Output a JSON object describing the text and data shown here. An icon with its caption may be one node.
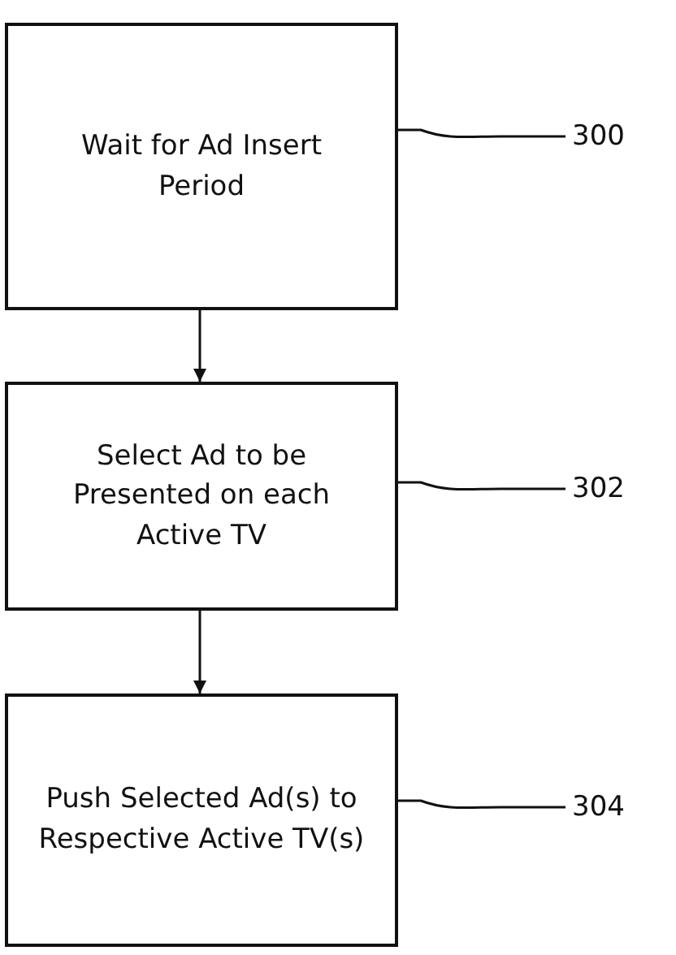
{
  "diagram": {
    "nodes": [
      {
        "text": [
          "Wait for Ad Insert Period"
        ]
      },
      {
        "text": [
          "300"
        ]
      },
      {
        "text": [
          "Select Ad to be Presented on each Active TV"
        ]
      },
      {
        "text": [
          "302"
        ]
      },
      {
        "text": [
          "Push Selected Ad(s) to Respective Active TV(s)"
        ]
      },
      {
        "text": [
          "304"
        ]
      }
    ],
    "edges": [
      {
        "from": 0,
        "to": 2,
        "arrow": "to"
      },
      {
        "from": 2,
        "to": 4,
        "arrow": "to"
      },
      {
        "from": 1,
        "to": 0,
        "arrow": "none"
      },
      {
        "from": 3,
        "to": 2,
        "arrow": "none"
      },
      {
        "from": 5,
        "to": 4,
        "arrow": "none"
      }
    ]
  }
}
